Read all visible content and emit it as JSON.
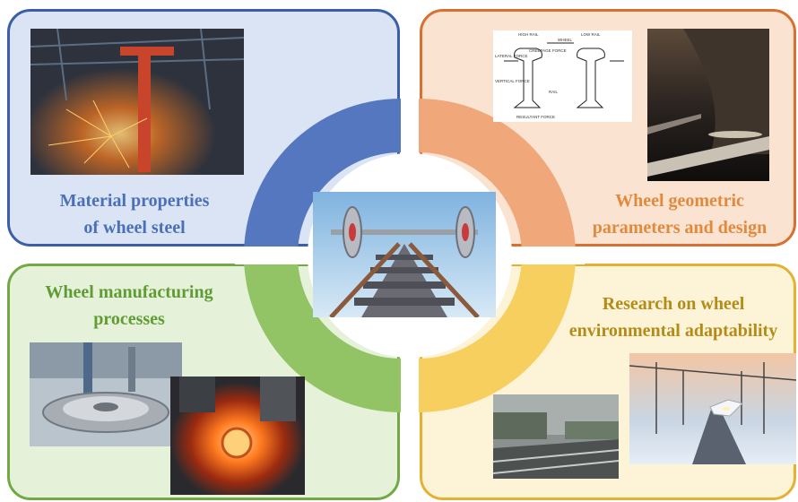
{
  "center": {
    "image": "wheelset-on-track"
  },
  "quadrants": {
    "top_left": {
      "title_line1": "Material properties",
      "title_line2": "of wheel steel",
      "color": "#4a70b7",
      "image": "steel-factory-sparks"
    },
    "top_right": {
      "title_line1": "Wheel geometric",
      "title_line2": "parameters and design",
      "color": "#e18a3e",
      "diagram_labels": {
        "high_rail": "HIGH RAIL",
        "low_rail": "LOW RAIL",
        "lateral_force": "LATERAL FORCE",
        "vertical_force": "VERTICAL FORCE",
        "creepage_force": "CREEPAGE FORCE",
        "resultant_force": "RESULTANT FORCE",
        "wheel": "WHEEL",
        "rail": "RAIL"
      },
      "image": "wheel-rail-contact-closeup"
    },
    "bottom_left": {
      "title_line1": "Wheel manufacturing",
      "title_line2": "processes",
      "color": "#5f9c34",
      "images": [
        "wheel-machining",
        "hot-forging"
      ]
    },
    "bottom_right": {
      "title_line1": "Research on wheel",
      "title_line2": "environmental adaptability",
      "color": "#b58b17",
      "images": [
        "rainy-station-track",
        "high-speed-train-snow"
      ]
    }
  }
}
